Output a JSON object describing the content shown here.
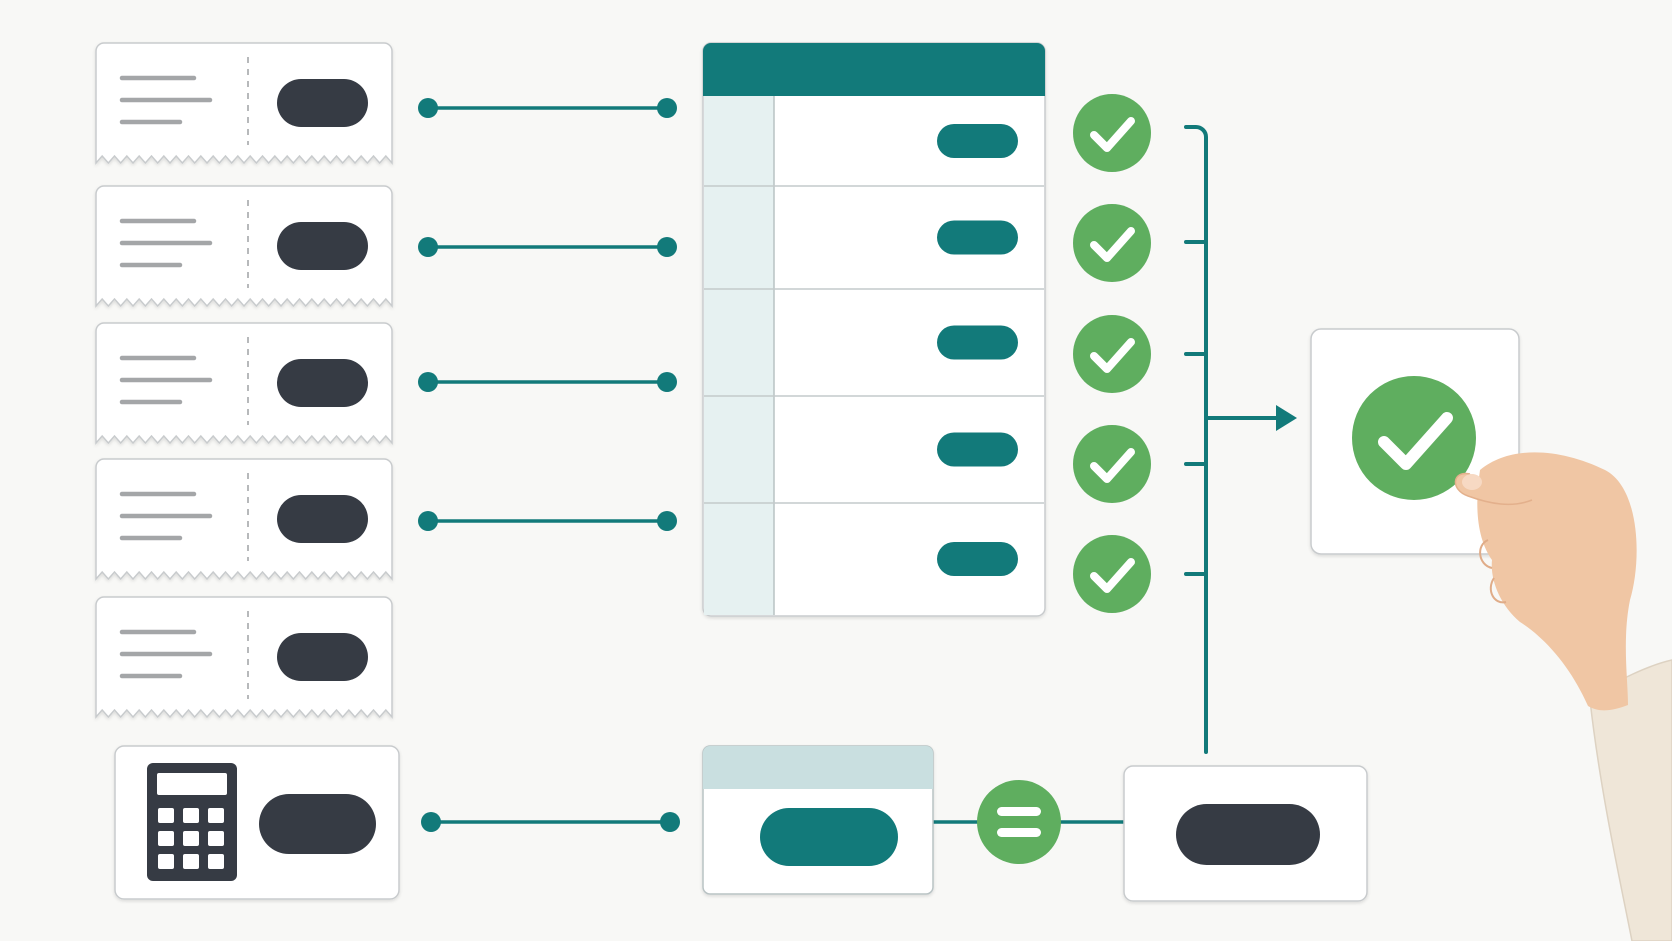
{
  "colors": {
    "background": "#f8f8f6",
    "teal": "#127a7a",
    "teal_light": "#e6f1f1",
    "teal_header_light": "#c9dfe0",
    "green": "#5fae5f",
    "dark_pill": "#363b44",
    "receipt_line": "#a4a6a8",
    "card_border": "#c8cbcd",
    "skin": "#f0c6a4",
    "sleeve": "#efe6d8"
  },
  "icons": {
    "receipt": "receipt-icon",
    "check": "check-circle-icon",
    "equals": "equals-circle-icon",
    "calculator": "calculator-icon",
    "hand": "hand-icon"
  },
  "diagram": {
    "receipt_count": 5,
    "linked_receipts": 4,
    "ledger_rows": 5,
    "verified_rows": 5,
    "connector": "arrow-right"
  }
}
